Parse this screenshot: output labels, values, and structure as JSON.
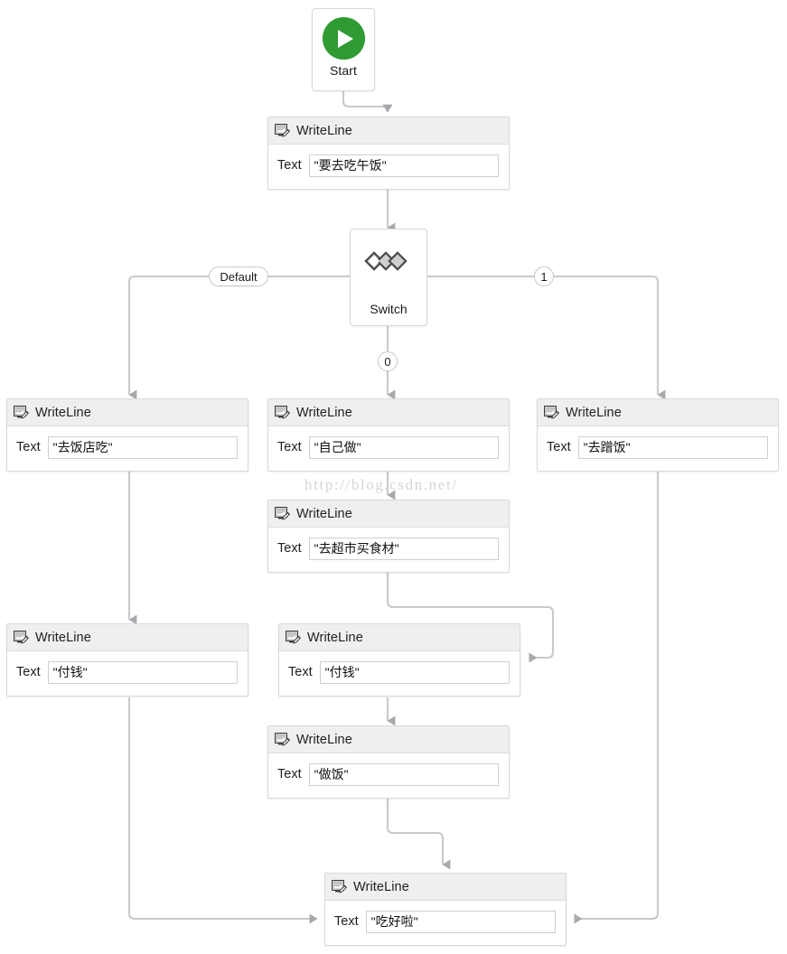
{
  "diagram": {
    "watermark": "http://blog.csdn.net/",
    "field_label": "Text",
    "activity_title": "WriteLine",
    "colors": {
      "start_green": "#2e9b33",
      "card_header": "#efefef",
      "card_border": "#d9d9d9",
      "wire": "#c8c8cc",
      "arrow": "#a6a6a6"
    }
  },
  "start": {
    "label": "Start",
    "icon": "play-icon"
  },
  "switch": {
    "label": "Switch",
    "icon": "switch-diamonds-icon",
    "branches": {
      "default": "Default",
      "case0": "0",
      "case1": "1"
    }
  },
  "nodes": [
    {
      "id": "n1",
      "title": "WriteLine",
      "field": "Text",
      "value": "\"要去吃午饭\""
    },
    {
      "id": "n2",
      "title": "WriteLine",
      "field": "Text",
      "value": "\"去饭店吃\""
    },
    {
      "id": "n3",
      "title": "WriteLine",
      "field": "Text",
      "value": "\"自己做\""
    },
    {
      "id": "n4",
      "title": "WriteLine",
      "field": "Text",
      "value": "\"去蹭饭\""
    },
    {
      "id": "n5",
      "title": "WriteLine",
      "field": "Text",
      "value": "\"去超市买食材\""
    },
    {
      "id": "n6",
      "title": "WriteLine",
      "field": "Text",
      "value": "\"付钱\""
    },
    {
      "id": "n7",
      "title": "WriteLine",
      "field": "Text",
      "value": "\"付钱\""
    },
    {
      "id": "n8",
      "title": "WriteLine",
      "field": "Text",
      "value": "\"做饭\""
    },
    {
      "id": "n9",
      "title": "WriteLine",
      "field": "Text",
      "value": "\"吃好啦\""
    }
  ]
}
